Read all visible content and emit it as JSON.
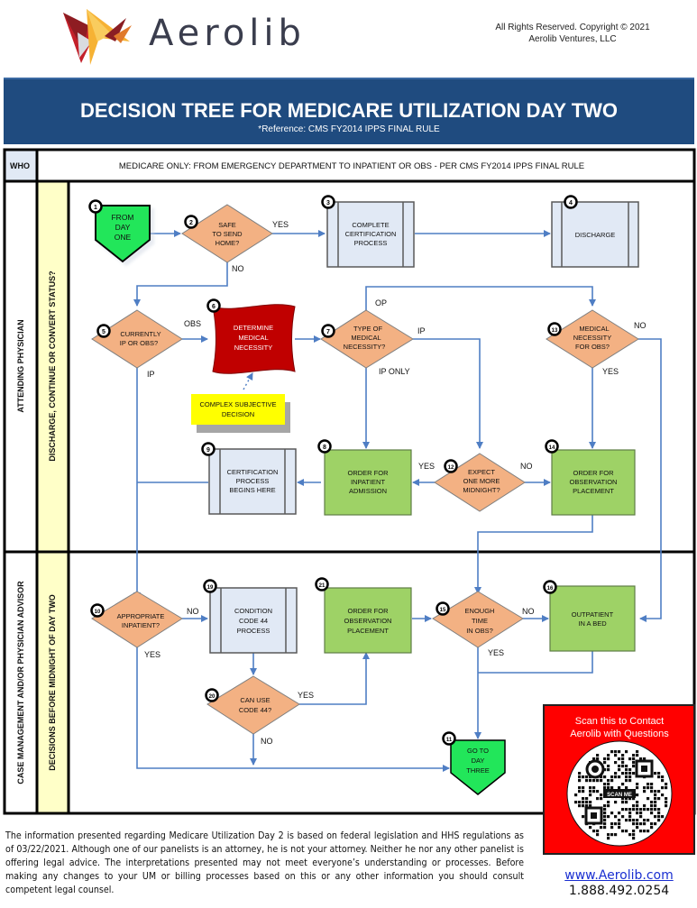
{
  "brand": {
    "name": "Aerolib",
    "copyright_line1": "All Rights Reserved. Copyright © 2021",
    "copyright_line2": "Aerolib Ventures, LLC",
    "logo_icon": "aerolib-star-logo",
    "website": "www.Aerolib.com",
    "phone": "1.888.492.0254"
  },
  "banner": {
    "title": "DECISION TREE FOR MEDICARE UTILIZATION DAY TWO",
    "subtitle": "*Reference: CMS FY2014 IPPS FINAL RULE"
  },
  "header_row": {
    "who_label": "WHO",
    "scope": "MEDICARE ONLY: FROM EMERGENCY DEPARTMENT TO INPATIENT OR OBS - PER CMS FY2014 IPPS FINAL RULE"
  },
  "lanes": [
    {
      "who": "ATTENDING PHYSICIAN",
      "phase": "DISCHARGE, CONTINUE OR CONVERT STATUS?"
    },
    {
      "who": "CASE MANAGEMENT AND/OR PHYSICIAN ADVISOR",
      "phase": "DECISIONS BEFORE MIDNIGHT OF DAY TWO"
    }
  ],
  "colors": {
    "start_end": "#22e65a",
    "decision": "#f3b183",
    "process": "#e1e9f5",
    "action": "#9ed266",
    "critical": "#c00000",
    "note": "#ffff00",
    "connector": "#4f7ec4",
    "banner": "#1f4b7f",
    "qr_panel": "#ff0000"
  },
  "nodes": {
    "n1": {
      "num": "1",
      "type": "start",
      "lines": [
        "FROM",
        "DAY",
        "ONE"
      ]
    },
    "n2": {
      "num": "2",
      "type": "decision",
      "lines": [
        "SAFE",
        "TO SEND",
        "HOME?"
      ]
    },
    "n3": {
      "num": "3",
      "type": "process",
      "lines": [
        "COMPLETE",
        "CERTIFICATION",
        "PROCESS"
      ]
    },
    "n4": {
      "num": "4",
      "type": "process",
      "lines": [
        "DISCHARGE"
      ]
    },
    "n5": {
      "num": "5",
      "type": "decision",
      "lines": [
        "CURRENTLY",
        "IP OR OBS?"
      ]
    },
    "n6": {
      "num": "6",
      "type": "critical",
      "lines": [
        "DETERMINE",
        "MEDICAL",
        "NECESSITY"
      ]
    },
    "n7": {
      "num": "7",
      "type": "decision",
      "lines": [
        "TYPE OF",
        "MEDICAL",
        "NECESSITY?"
      ]
    },
    "n8": {
      "num": "8",
      "type": "action",
      "lines": [
        "ORDER FOR",
        "INPATIENT",
        "ADMISSION"
      ]
    },
    "n9": {
      "num": "9",
      "type": "process",
      "lines": [
        "CERTIFICATION",
        "PROCESS",
        "BEGINS HERE"
      ]
    },
    "n10": {
      "num": "10",
      "type": "decision",
      "lines": [
        "APPROPRIATE",
        "INPATIENT?"
      ]
    },
    "n11": {
      "num": "11",
      "type": "end",
      "lines": [
        "GO TO",
        "DAY",
        "THREE"
      ]
    },
    "n12": {
      "num": "12",
      "type": "decision",
      "lines": [
        "EXPECT",
        "ONE MORE",
        "MIDNIGHT?"
      ]
    },
    "n13": {
      "num": "13",
      "type": "decision",
      "lines": [
        "MEDICAL",
        "NECESSITY",
        "FOR OBS?"
      ]
    },
    "n14": {
      "num": "14",
      "type": "action",
      "lines": [
        "ORDER FOR",
        "OBSERVATION",
        "PLACEMENT"
      ]
    },
    "n15": {
      "num": "15",
      "type": "decision",
      "lines": [
        "ENOUGH",
        "TIME",
        "IN OBS?"
      ]
    },
    "n16": {
      "num": "16",
      "type": "action",
      "lines": [
        "OUTPATIENT",
        "IN A BED"
      ]
    },
    "n19": {
      "num": "19",
      "type": "process",
      "lines": [
        "CONDITION",
        "CODE 44",
        "PROCESS"
      ]
    },
    "n20": {
      "num": "20",
      "type": "decision",
      "lines": [
        "CAN USE",
        "CODE 44?"
      ]
    },
    "n21": {
      "num": "21",
      "type": "action",
      "lines": [
        "ORDER FOR",
        "OBSERVATION",
        "PLACEMENT"
      ]
    }
  },
  "note": {
    "lines": [
      "COMPLEX SUBJECTIVE",
      "DECISION"
    ]
  },
  "edge_labels": {
    "n2_yes": "YES",
    "n2_no": "NO",
    "n5_obs": "OBS",
    "n5_ip": "IP",
    "n7_op": "OP",
    "n7_ip": "IP",
    "n7_ip_only": "IP ONLY",
    "n13_no": "NO",
    "n13_yes": "YES",
    "n12_yes": "YES",
    "n12_no": "NO",
    "n10_no": "NO",
    "n10_yes": "YES",
    "n15_no": "NO",
    "n15_yes": "YES",
    "n20_yes": "YES",
    "n20_no": "NO"
  },
  "qr_panel": {
    "lines": [
      "Scan this to Contact",
      "Aerolib with Questions"
    ],
    "qr_label": "SCAN ME",
    "icon": "qr-code"
  },
  "disclaimer": "The information presented regarding Medicare Utilization Day 2 is based on federal legislation and HHS regulations as of 03/22/2021. Although one of our panelists is an attorney, he is not your attorney. Neither he nor any other panelist is offering legal advice. The interpretations presented may not meet everyone’s understanding or processes. Before making any changes to your UM or billing processes based on this or any other information you should consult competent legal counsel."
}
